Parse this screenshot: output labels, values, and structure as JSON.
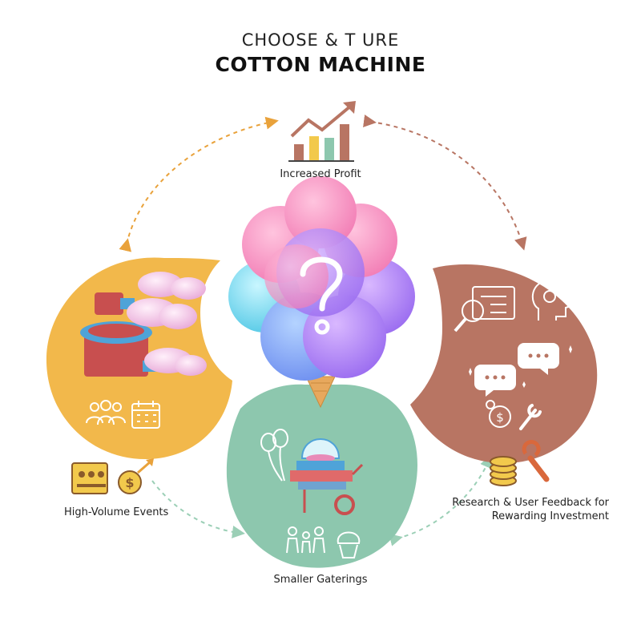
{
  "header": {
    "title_line1": "CHOOSE & T URE",
    "title_line2": "COTTON MACHINE"
  },
  "nodes": {
    "profit": {
      "label": "Increased Profit"
    },
    "high_volume": {
      "label": "High-Volume Events"
    },
    "smaller": {
      "label": "Smaller Gaterings"
    },
    "research": {
      "label": "Research & User Feedback for Rewarding Investment"
    }
  },
  "colors": {
    "yellow_panel": "#F2B84B",
    "green_panel": "#8DC7AE",
    "brown_panel": "#B87563",
    "arrow_orange": "#E9A23B",
    "arrow_brown": "#B87563",
    "arrow_green": "#9BCFB6"
  },
  "icons": [
    "line-chart-icon",
    "question-mark-icon",
    "industrial-machine-icon",
    "people-group-icon",
    "calendar-icon",
    "audience-icon",
    "dollar-growth-icon",
    "cart-machine-icon",
    "balloons-icon",
    "family-icon",
    "cupcake-icon",
    "document-search-icon",
    "head-gear-icon",
    "chat-bubbles-icon",
    "dollar-wrench-icon",
    "coins-icon",
    "wrench-icon"
  ]
}
